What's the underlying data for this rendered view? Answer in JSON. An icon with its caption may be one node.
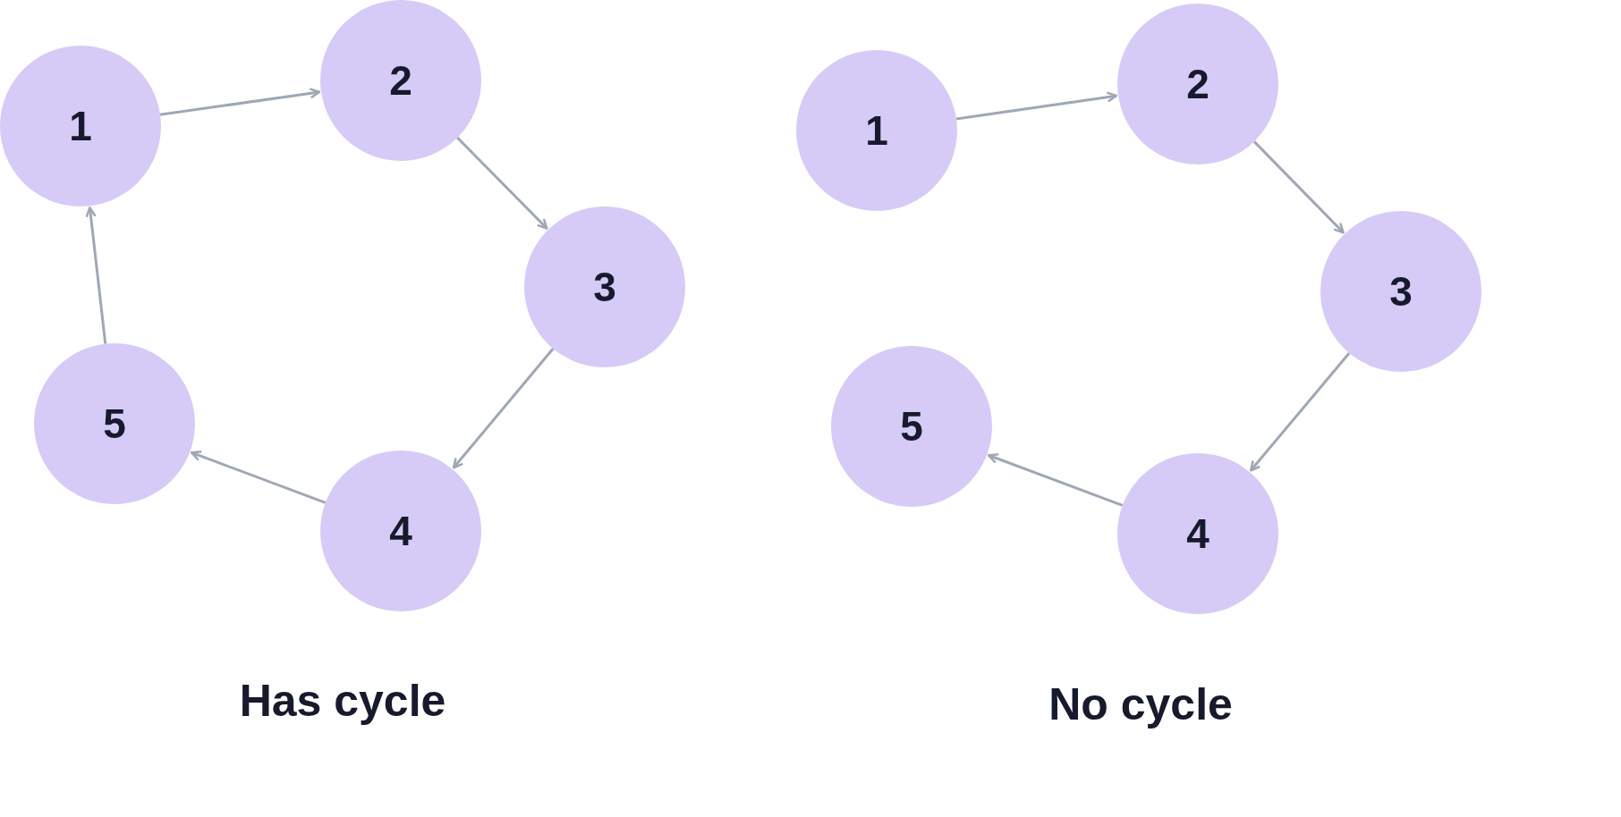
{
  "diagram": {
    "nodes": [
      {
        "text": [
          "1"
        ]
      },
      {
        "text": [
          "2"
        ]
      },
      {
        "text": [
          "3"
        ]
      },
      {
        "text": [
          "4"
        ]
      },
      {
        "text": [
          "5"
        ]
      },
      {
        "text": [
          "1"
        ]
      },
      {
        "text": [
          "2"
        ]
      },
      {
        "text": [
          "3"
        ]
      },
      {
        "text": [
          "4"
        ]
      },
      {
        "text": [
          "5"
        ]
      }
    ],
    "edges": [
      {
        "from": 0,
        "to": 1,
        "arrow": "to"
      },
      {
        "from": 1,
        "to": 2,
        "arrow": "to"
      },
      {
        "from": 2,
        "to": 3,
        "arrow": "to"
      },
      {
        "from": 3,
        "to": 4,
        "arrow": "to"
      },
      {
        "from": 4,
        "to": 0,
        "arrow": "to"
      },
      {
        "from": 5,
        "to": 6,
        "arrow": "to"
      },
      {
        "from": 6,
        "to": 7,
        "arrow": "to"
      },
      {
        "from": 7,
        "to": 8,
        "arrow": "to"
      },
      {
        "from": 8,
        "to": 9,
        "arrow": "to"
      }
    ],
    "labels": [
      "Has cycle",
      "No cycle"
    ]
  }
}
